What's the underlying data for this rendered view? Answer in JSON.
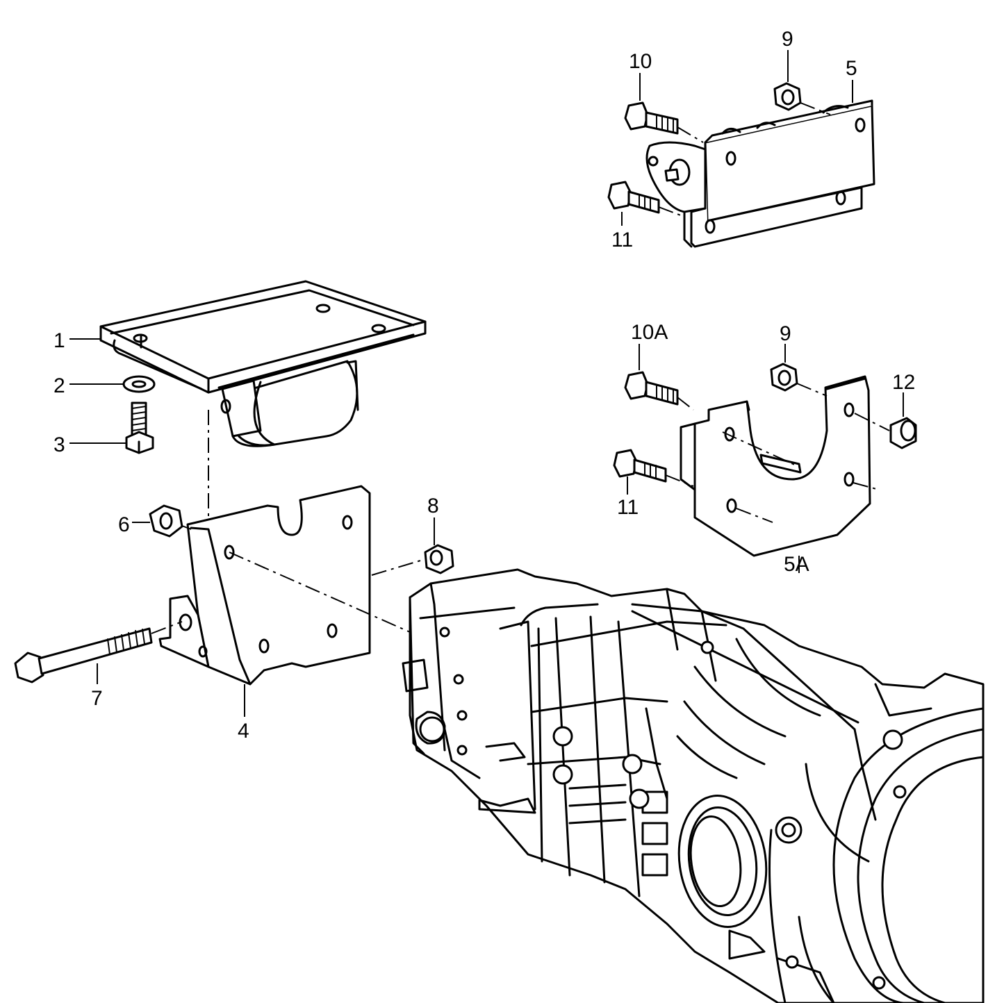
{
  "callouts": {
    "c1": "1",
    "c2": "2",
    "c3": "3",
    "c4": "4",
    "c5": "5",
    "c5a": "5A",
    "c6": "6",
    "c7": "7",
    "c8": "8",
    "c9_top": "9",
    "c9_mid": "9",
    "c10": "10",
    "c10a": "10A",
    "c11_top": "11",
    "c11_mid": "11",
    "c12": "12"
  }
}
